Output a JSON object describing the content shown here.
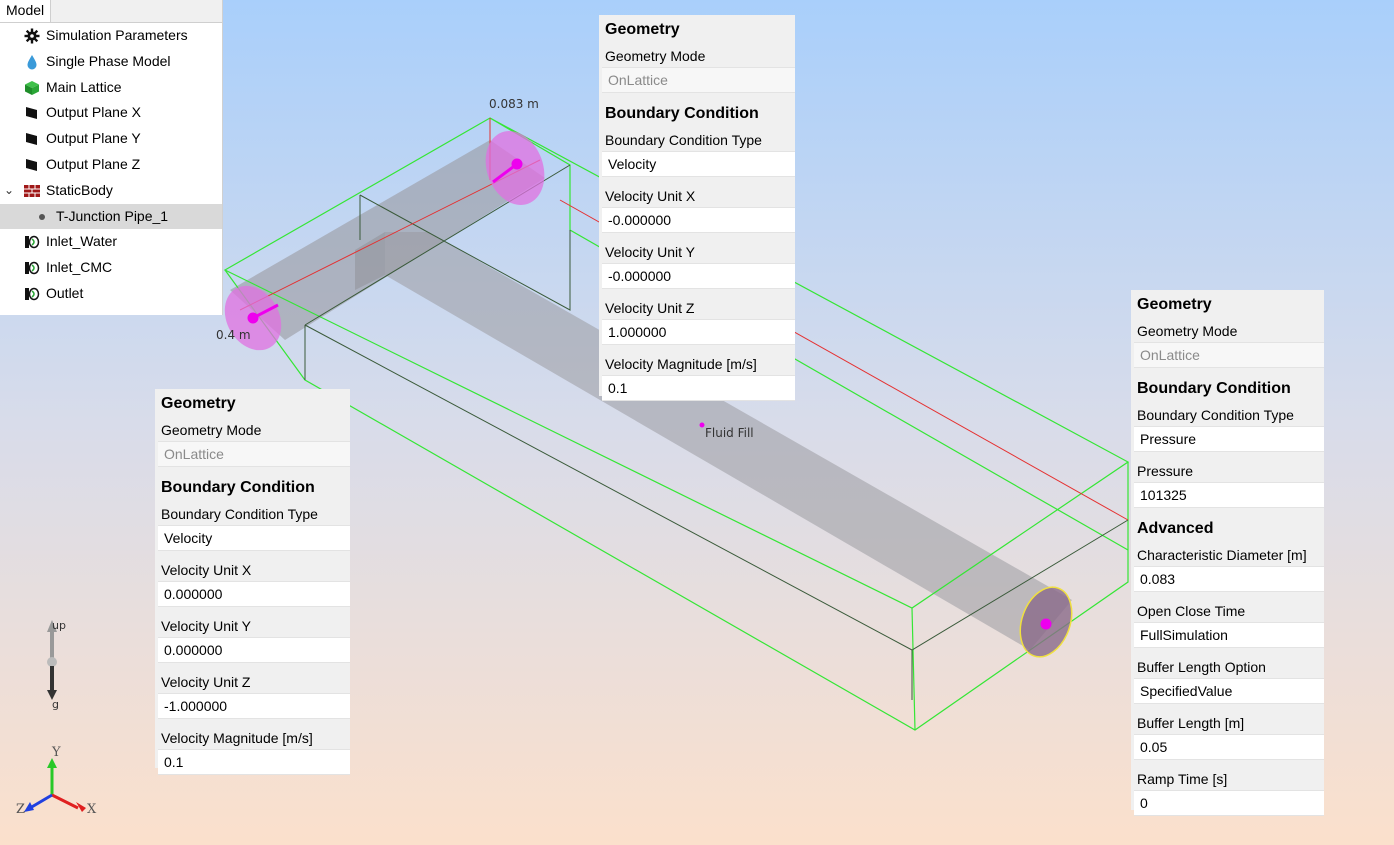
{
  "tree": {
    "tab": "Model",
    "items": [
      {
        "label": "Simulation Parameters",
        "icon": "gear-icon"
      },
      {
        "label": "Single Phase Model",
        "icon": "droplet-icon"
      },
      {
        "label": "Main Lattice",
        "icon": "cube-icon"
      },
      {
        "label": "Output Plane X",
        "icon": "plane-icon"
      },
      {
        "label": "Output Plane Y",
        "icon": "plane-icon"
      },
      {
        "label": "Output Plane Z",
        "icon": "plane-icon"
      },
      {
        "label": "StaticBody",
        "icon": "brick-wall-icon"
      },
      {
        "label": "T-Junction Pipe_1",
        "icon": "dot-icon"
      },
      {
        "label": "Inlet_Water",
        "icon": "boundary-icon"
      },
      {
        "label": "Inlet_CMC",
        "icon": "boundary-icon"
      },
      {
        "label": "Outlet",
        "icon": "boundary-icon"
      }
    ]
  },
  "viewport": {
    "dim_top": "0.083 m",
    "dim_left": "0.4 m",
    "fluid_fill": "Fluid Fill",
    "orient_up": "up",
    "orient_down": "g",
    "axis_y": "Y",
    "axis_x": "X",
    "axis_z": "Z"
  },
  "panel_top": {
    "geometry_header": "Geometry",
    "geometry_mode_label": "Geometry Mode",
    "geometry_mode_value": "OnLattice",
    "bc_header": "Boundary Condition",
    "bc_type_label": "Boundary Condition Type",
    "bc_type_value": "Velocity",
    "vx_label": "Velocity Unit X",
    "vx_value": "-0.000000",
    "vy_label": "Velocity Unit Y",
    "vy_value": "-0.000000",
    "vz_label": "Velocity Unit Z",
    "vz_value": "1.000000",
    "vmag_label": "Velocity Magnitude [m/s]",
    "vmag_value": "0.1"
  },
  "panel_left": {
    "geometry_header": "Geometry",
    "geometry_mode_label": "Geometry Mode",
    "geometry_mode_value": "OnLattice",
    "bc_header": "Boundary Condition",
    "bc_type_label": "Boundary Condition Type",
    "bc_type_value": "Velocity",
    "vx_label": "Velocity Unit X",
    "vx_value": "0.000000",
    "vy_label": "Velocity Unit Y",
    "vy_value": "0.000000",
    "vz_label": "Velocity Unit Z",
    "vz_value": "-1.000000",
    "vmag_label": "Velocity Magnitude [m/s]",
    "vmag_value": "0.1"
  },
  "panel_right": {
    "geometry_header": "Geometry",
    "geometry_mode_label": "Geometry Mode",
    "geometry_mode_value": "OnLattice",
    "bc_header": "Boundary Condition",
    "bc_type_label": "Boundary Condition Type",
    "bc_type_value": "Pressure",
    "pressure_label": "Pressure",
    "pressure_value": "101325",
    "adv_header": "Advanced",
    "char_diam_label": "Characteristic Diameter [m]",
    "char_diam_value": "0.083",
    "open_close_label": "Open Close Time",
    "open_close_value": "FullSimulation",
    "buffer_opt_label": "Buffer Length Option",
    "buffer_opt_value": "SpecifiedValue",
    "buffer_len_label": "Buffer Length [m]",
    "buffer_len_value": "0.05",
    "ramp_label": "Ramp Time [s]",
    "ramp_value": "0"
  },
  "colors": {
    "lattice_green": "#35e635",
    "pipe_gray": "#9a9aa0",
    "inlet_magenta": "#e040e0",
    "axis_red": "#e53030",
    "outlet_yellow": "#f0e040"
  }
}
